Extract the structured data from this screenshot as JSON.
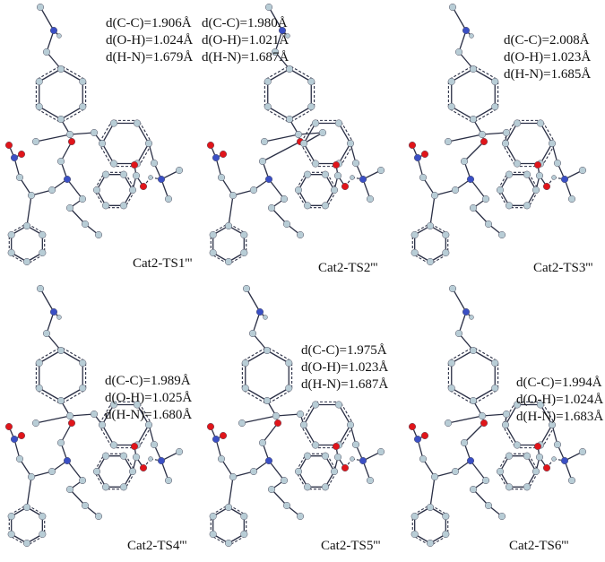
{
  "figure": {
    "panels": [
      {
        "label": "Cat2-TS1'''",
        "distances": [
          "d(C-C)=1.906Å",
          "d(O-H)=1.024Å",
          "d(H-N)=1.679Å"
        ]
      },
      {
        "label": "Cat2-TS2'''",
        "distances": [
          "d(C-C)=1.980Å",
          "d(O-H)=1.021Å",
          "d(H-N)=1.687Å"
        ]
      },
      {
        "label": "Cat2-TS3'''",
        "distances": [
          "d(C-C)=2.008Å",
          "d(O-H)=1.023Å",
          "d(H-N)=1.685Å"
        ]
      },
      {
        "label": "Cat2-TS4'''",
        "distances": [
          "d(C-C)=1.989Å",
          "d(O-H)=1.025Å",
          "d(H-N)=1.680Å"
        ]
      },
      {
        "label": "Cat2-TS5'''",
        "distances": [
          "d(C-C)=1.975Å",
          "d(O-H)=1.023Å",
          "d(H-N)=1.687Å"
        ]
      },
      {
        "label": "Cat2-TS6'''",
        "distances": [
          "d(C-C)=1.994Å",
          "d(O-H)=1.024Å",
          "d(H-N)=1.683Å"
        ]
      }
    ],
    "colors": {
      "carbon": "#b8cdd6",
      "nitrogen": "#3a4fc4",
      "oxygen": "#e0151a",
      "bond": "#2a2f45"
    }
  }
}
